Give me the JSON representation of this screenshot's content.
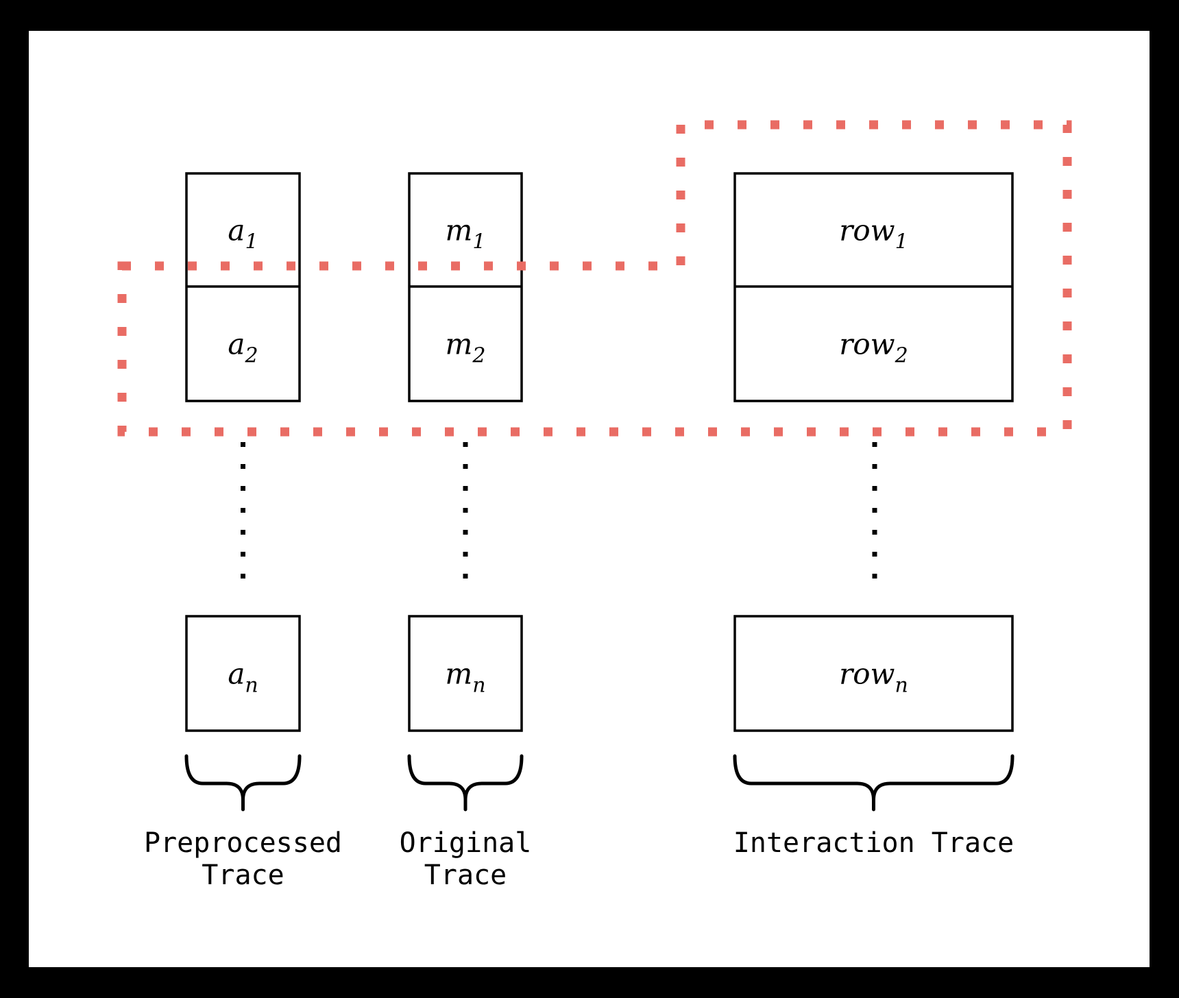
{
  "colors": {
    "highlight": "#e96c64",
    "ink": "#000000",
    "page": "#ffffff",
    "backdrop": "#000000"
  },
  "diagram": {
    "columns": [
      {
        "name": "preprocessed-trace",
        "caption_lines": [
          "Preprocessed",
          "Trace"
        ],
        "cells": [
          {
            "base": "a",
            "sub": "1"
          },
          {
            "base": "a",
            "sub": "2"
          }
        ],
        "last_cell": {
          "base": "a",
          "sub": "n"
        }
      },
      {
        "name": "original-trace",
        "caption_lines": [
          "Original",
          "Trace"
        ],
        "cells": [
          {
            "base": "m",
            "sub": "1"
          },
          {
            "base": "m",
            "sub": "2"
          }
        ],
        "last_cell": {
          "base": "m",
          "sub": "n"
        }
      },
      {
        "name": "interaction-trace",
        "caption_lines": [
          "Interaction Trace"
        ],
        "cells": [
          {
            "base": "row",
            "sub": "1"
          },
          {
            "base": "row",
            "sub": "2"
          }
        ],
        "last_cell": {
          "base": "row",
          "sub": "n"
        }
      }
    ]
  }
}
